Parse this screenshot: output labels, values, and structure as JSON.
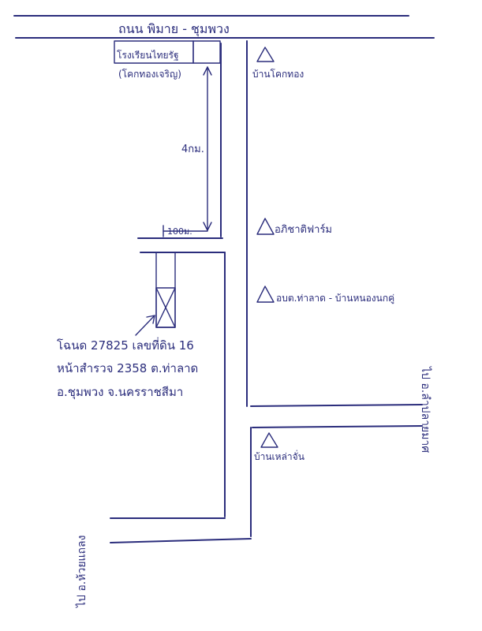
{
  "map": {
    "main_road": "ถนน พิมาย - ชุมพวง",
    "school_name": "โรงเรียนไทยรัฐ",
    "school_sub": "(โคกทองเจริญ)",
    "village_1": "บ้านโคกทอง",
    "farm": "อภิชาติฟาร์ม",
    "sao_office": "อบต.ท่าลาด - บ้านหนองนกคู่",
    "village_2": "บ้านเหล่าจั่น",
    "distance_vertical": "4กม.",
    "distance_horizontal": "100ม.",
    "plot_line_1": "โฉนด 27825 เลขที่ดิน 16",
    "plot_line_2": "หน้าสำรวจ 2358 ต.ท่าลาด",
    "plot_line_3": "อ.ชุมพวง จ.นครราชสีมา",
    "route_right": "ไป อ.ลำปลายมาศ",
    "route_left": "ไป อ.ห้วยแถลง"
  },
  "colors": {
    "ink": "#2b2d7c",
    "paper": "#ffffff"
  }
}
